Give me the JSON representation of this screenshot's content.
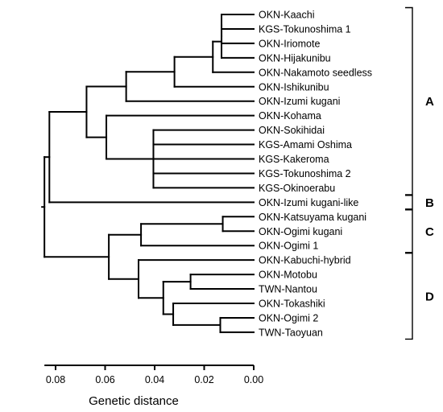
{
  "dendrogram": {
    "leaves": [
      "OKN-Kaachi",
      "KGS-Tokunoshima 1",
      "OKN-Iriomote",
      "OKN-Hijakunibu",
      "OKN-Nakamoto seedless",
      "OKN-Ishikunibu",
      "OKN-Izumi kugani",
      "OKN-Kohama",
      "OKN-Sokihidai",
      "KGS-Amami Oshima",
      "KGS-Kakeroma",
      "KGS-Tokunoshima 2",
      "KGS-Okinoerabu",
      "OKN-Izumi kugani-like",
      "OKN-Katsuyama kugani",
      "OKN-Ogimi kugani",
      "OKN-Ogimi 1",
      "OKN-Kabuchi-hybrid",
      "OKN-Motobu",
      "TWN-Nantou",
      "OKN-Tokashiki",
      "OKN-Ogimi 2",
      "TWN-Taoyuan"
    ],
    "merges": [
      {
        "id": "n1",
        "children": [
          1,
          2
        ],
        "height": 0.013
      },
      {
        "id": "n2",
        "children": [
          0,
          "n1"
        ],
        "height": 0.013
      },
      {
        "id": "n3",
        "children": [
          "n2",
          3
        ],
        "height": 0.013
      },
      {
        "id": "n4",
        "children": [
          "n3",
          4
        ],
        "height": 0.0165
      },
      {
        "id": "n5",
        "children": [
          "n4",
          5
        ],
        "height": 0.032
      },
      {
        "id": "n6",
        "children": [
          "n5",
          6
        ],
        "height": 0.0515
      },
      {
        "id": "n7",
        "children": [
          8,
          9,
          10,
          11,
          12
        ],
        "height": 0.0405
      },
      {
        "id": "n8",
        "children": [
          7,
          "n7"
        ],
        "height": 0.0595
      },
      {
        "id": "n9",
        "children": [
          "n6",
          "n8"
        ],
        "height": 0.0675
      },
      {
        "id": "n10",
        "children": [
          "n9",
          13
        ],
        "height": 0.0825
      },
      {
        "id": "n11",
        "children": [
          14,
          15
        ],
        "height": 0.0125
      },
      {
        "id": "n12",
        "children": [
          "n11",
          16
        ],
        "height": 0.0455
      },
      {
        "id": "n13",
        "children": [
          18,
          19
        ],
        "height": 0.0255
      },
      {
        "id": "n14",
        "children": [
          21,
          22
        ],
        "height": 0.0135
      },
      {
        "id": "n15",
        "children": [
          20,
          "n14"
        ],
        "height": 0.0325
      },
      {
        "id": "n16",
        "children": [
          "n13",
          "n15"
        ],
        "height": 0.0365
      },
      {
        "id": "n17",
        "children": [
          17,
          "n16"
        ],
        "height": 0.0465
      },
      {
        "id": "n18",
        "children": [
          "n12",
          "n17"
        ],
        "height": 0.0585
      },
      {
        "id": "root",
        "children": [
          "n10",
          "n18"
        ],
        "height": 0.0845
      }
    ],
    "groups": [
      {
        "label": "A",
        "from": 0,
        "to": 12
      },
      {
        "label": "B",
        "from": 13,
        "to": 13
      },
      {
        "label": "C",
        "from": 14,
        "to": 16
      },
      {
        "label": "D",
        "from": 17,
        "to": 22
      }
    ],
    "axis": {
      "title": "Genetic distance",
      "ticks": [
        {
          "value": 0.08,
          "label": "0.08"
        },
        {
          "value": 0.06,
          "label": "0.06"
        },
        {
          "value": 0.04,
          "label": "0.04"
        },
        {
          "value": 0.02,
          "label": "0.02"
        },
        {
          "value": 0.0,
          "label": "0.00"
        }
      ],
      "range": [
        0.0845,
        0.0
      ]
    }
  }
}
